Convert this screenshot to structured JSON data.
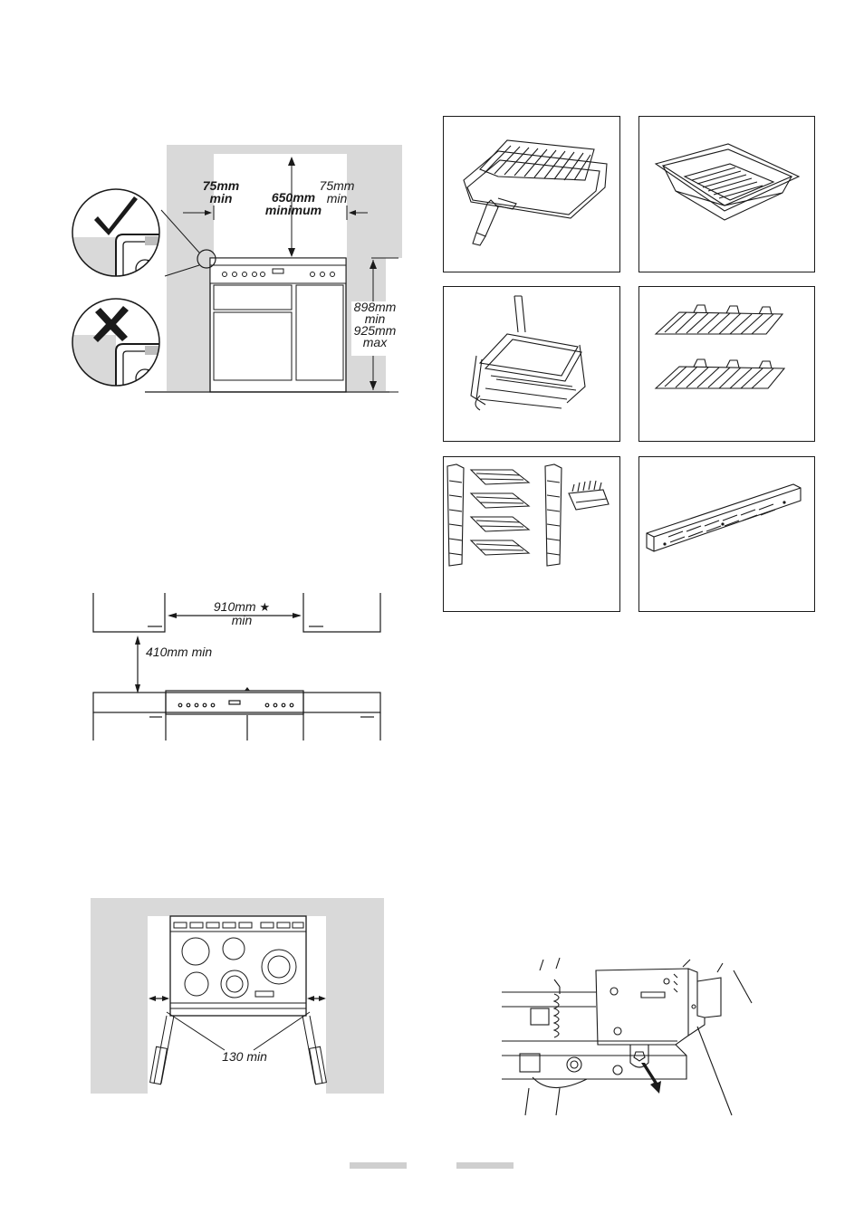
{
  "diagram_clearance": {
    "left_gap": "75mm",
    "left_gap_unit": "min",
    "center": "650mm",
    "center_unit": "minimum",
    "right_gap": "75mm",
    "right_gap_unit": "min",
    "height_min": "898mm",
    "height_min_unit": "min",
    "height_max": "925mm",
    "height_max_unit": "max",
    "correct_icon": "checkmark-icon",
    "incorrect_icon": "cross-icon"
  },
  "diagram_hood": {
    "width": "910mm",
    "width_unit": "min",
    "height": "410mm min",
    "star_icon": "star-icon"
  },
  "diagram_doors": {
    "label": "130 min"
  },
  "accessories": [
    {
      "icon": "grill-pan-with-handle-icon"
    },
    {
      "icon": "roasting-tin-icon"
    },
    {
      "icon": "rotisserie-rack-icon"
    },
    {
      "icon": "oven-shelves-icon"
    },
    {
      "icon": "shelf-runners-and-rack-icon"
    },
    {
      "icon": "plinth-bar-icon"
    }
  ],
  "diagram_stability": {
    "icon": "stability-bracket-icon"
  },
  "footer": {
    "bar_color": "#cfcfcf"
  }
}
